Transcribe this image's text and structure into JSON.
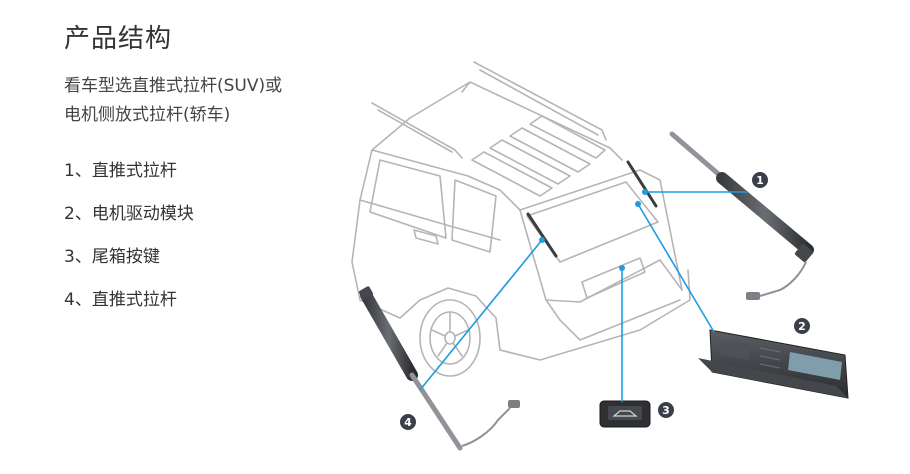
{
  "title": "产品结构",
  "description": {
    "line1": "看车型选直推式拉杆(SUV)或",
    "line2": "电机侧放式拉杆(轿车)"
  },
  "parts": [
    {
      "num": "1",
      "label": "1、直推式拉杆"
    },
    {
      "num": "2",
      "label": "2、电机驱动模块"
    },
    {
      "num": "3",
      "label": "3、尾箱按键"
    },
    {
      "num": "4",
      "label": "4、直推式拉杆"
    }
  ],
  "colors": {
    "callout_line": "#1f9be0",
    "badge": "#3a3f4a",
    "outline": "#b5b5b5"
  }
}
